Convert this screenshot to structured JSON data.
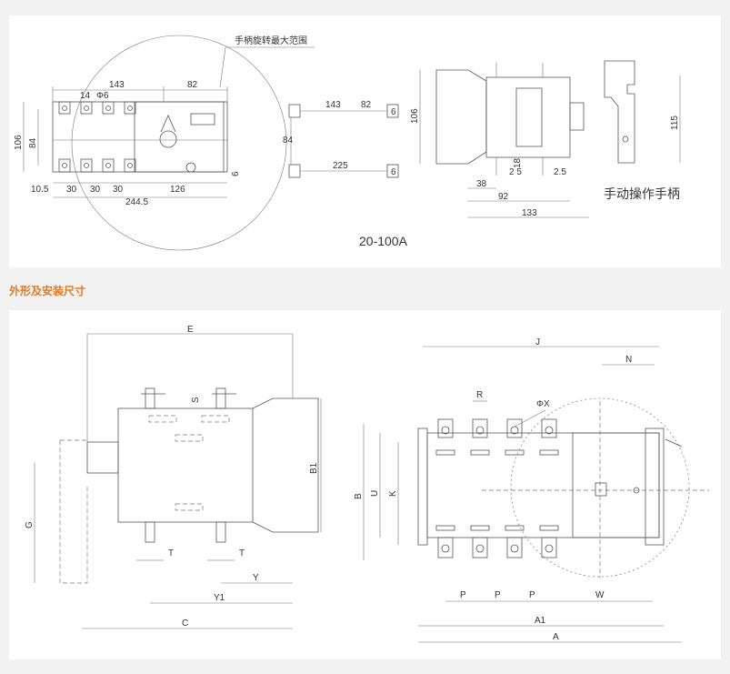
{
  "top_drawing": {
    "callout": "手柄旋转最大范围",
    "front_dims": {
      "d143": "143",
      "d82": "82",
      "d14": "14",
      "phi6": "Φ6",
      "d106": "106",
      "d84": "84",
      "d6": "6",
      "d10_5": "10.5",
      "d30a": "30",
      "d30b": "30",
      "d30c": "30",
      "d126": "126",
      "d244_5": "244.5"
    },
    "mount_dims": {
      "d143": "143",
      "d82": "82",
      "d6a": "6",
      "d84": "84",
      "d225": "225",
      "d6b": "6"
    },
    "side_dims": {
      "d106": "106",
      "d18": "18",
      "d25a": "2 5",
      "d25b": "2.5",
      "d38": "38",
      "d92": "92",
      "d133": "133"
    },
    "handle_dims": {
      "d115": "115"
    },
    "handle_label": "手动操作手柄",
    "model_label": "20-100A"
  },
  "section_title": "外形及安装尺寸",
  "bottom_drawing": {
    "side_labels": {
      "E": "E",
      "S": "S",
      "B1": "B1",
      "G": "G",
      "T1": "T",
      "T2": "T",
      "Y": "Y",
      "Y1": "Y1",
      "C": "C"
    },
    "front_labels": {
      "J": "J",
      "N": "N",
      "R": "R",
      "phiX": "ΦX",
      "B": "B",
      "U": "U",
      "K": "K",
      "P1": "P",
      "P2": "P",
      "P3": "P",
      "W": "W",
      "A1": "A1",
      "A": "A"
    }
  }
}
